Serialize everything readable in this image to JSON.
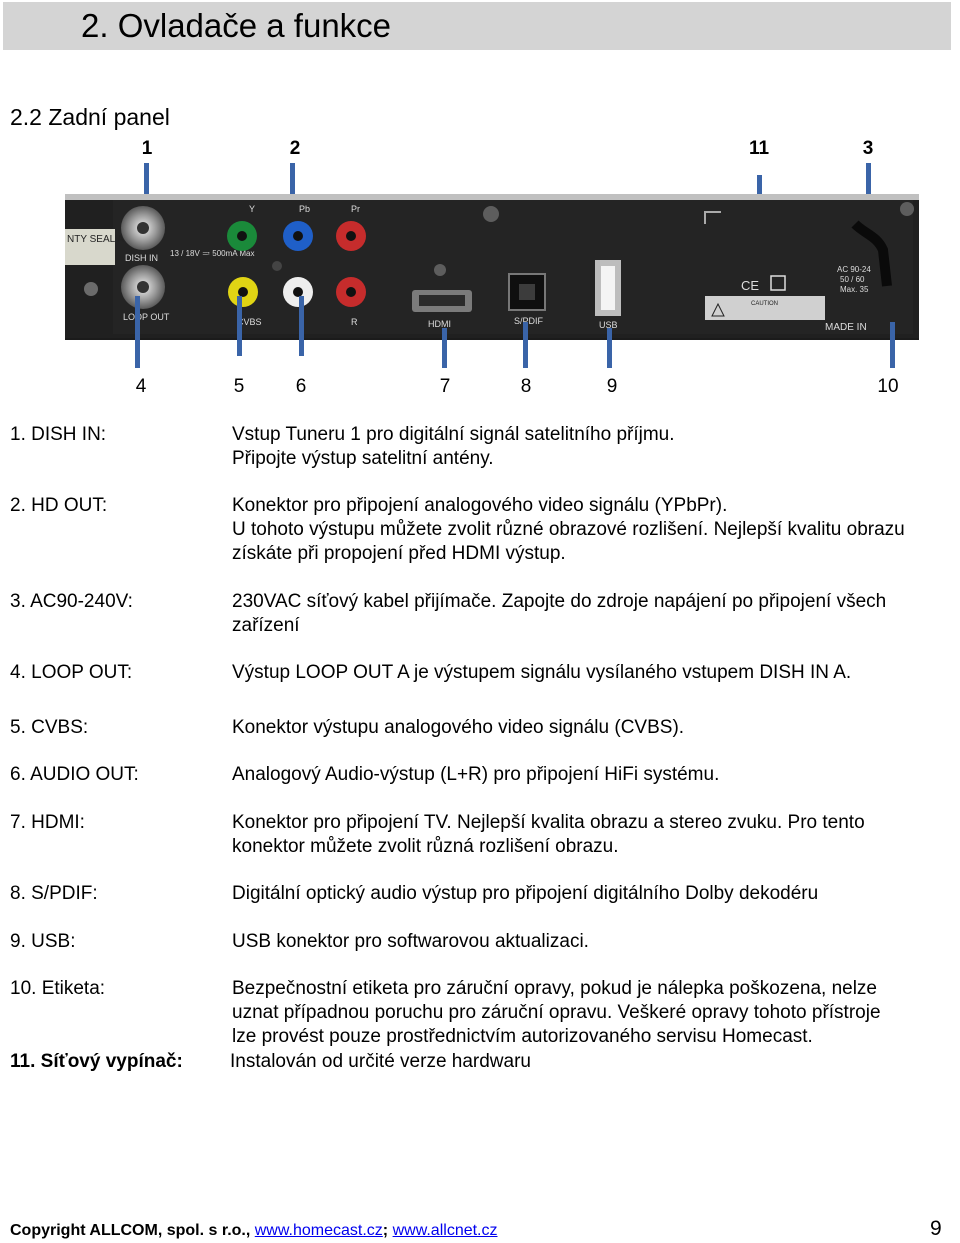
{
  "header": {
    "title": "2. Ovladače a funkce"
  },
  "section": {
    "title": "2.2 Zadní panel"
  },
  "callouts": {
    "top": [
      "1",
      "2",
      "11",
      "3"
    ],
    "bottom": [
      "4",
      "5",
      "6",
      "7",
      "8",
      "9",
      "10"
    ]
  },
  "panel_labels": {
    "sticker": "NTY SEAL ASSED",
    "dish_in": "DISH IN",
    "voltage": "13 / 18V ≕ 500mA Max",
    "loop_out": "LOOP OUT",
    "y": "Y",
    "pb": "Pb",
    "pr": "Pr",
    "cvbs": "CVBS",
    "r": "R",
    "hdmi": "HDMI",
    "spdif": "S/PDIF",
    "usb": "USB",
    "ce": "CE",
    "ac": "AC 90-24",
    "hz": "50 / 60",
    "max": "Max. 35",
    "caution": "CAUTION",
    "made_in": "MADE IN"
  },
  "descriptions": [
    {
      "term": "1. DISH IN:",
      "text": "Vstup Tuneru 1 pro digitální signál satelitního příjmu.",
      "text2": "Připojte výstup satelitní antény."
    },
    {
      "term": "2. HD OUT:",
      "text": "Konektor pro připojení analogového video signálu (YPbPr).",
      "text2": "U tohoto výstupu můžete zvolit různé obrazové rozlišení. Nejlepší kvalitu obrazu",
      "text3": "získáte při propojení před HDMI výstup."
    },
    {
      "term": "3. AC90-240V:",
      "text": "230VAC síťový kabel přijímače. Zapojte do zdroje napájení po připojení všech",
      "text2": "zařízení"
    },
    {
      "term": "4. LOOP OUT:",
      "text": "Výstup LOOP OUT A je výstupem signálu vysílaného vstupem DISH IN A."
    },
    {
      "term": "5. CVBS:",
      "text": "Konektor výstupu analogového video signálu (CVBS)."
    },
    {
      "term": "6. AUDIO OUT:",
      "text": "Analogový Audio-výstup (L+R) pro připojení HiFi systému."
    },
    {
      "term": "7. HDMI:",
      "text": "Konektor pro připojení TV. Nejlepší kvalita obrazu a stereo zvuku. Pro tento",
      "text2": "konektor můžete zvolit různá rozlišení obrazu."
    },
    {
      "term": "8. S/PDIF:",
      "text": "Digitální optický audio výstup pro připojení digitálního Dolby dekodéru"
    },
    {
      "term": "9. USB:",
      "text": "USB konektor pro softwarovou aktualizaci."
    },
    {
      "term": "10. Etiketa:",
      "text": "Bezpečnostní etiketa pro záruční opravy, pokud je nálepka poškozena, nelze",
      "text2": "uznat případnou poruchu pro záruční opravu. Veškeré opravy tohoto přístroje",
      "text3": "lze provést pouze prostřednictvím autorizovaného servisu Homecast."
    },
    {
      "term": "11. Síťový vypínač:",
      "text": "Instalován od určité verze hardwaru"
    }
  ],
  "footer": {
    "copyright": "Copyright  ALLCOM, spol. s r.o., ",
    "link1": "www.homecast.cz",
    "sep": "; ",
    "link2": "www.allcnet.cz",
    "page": "9"
  }
}
